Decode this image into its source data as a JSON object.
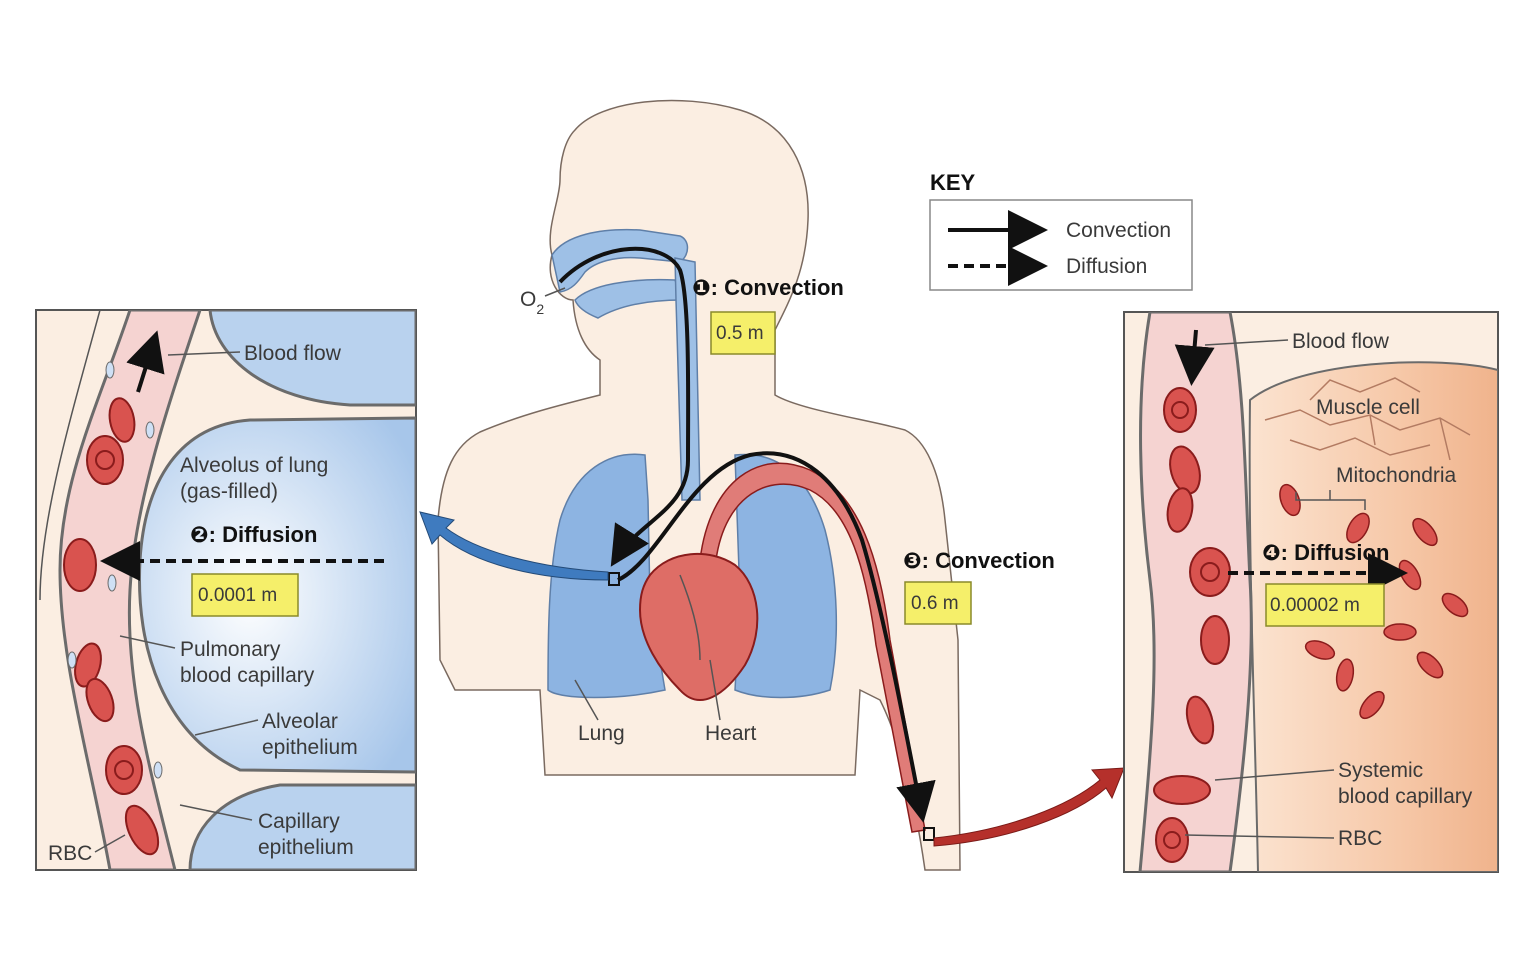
{
  "key": {
    "title": "KEY",
    "convection_label": "Convection",
    "diffusion_label": "Diffusion"
  },
  "body": {
    "o2_label": "O",
    "o2_subscript": "2",
    "lung_label": "Lung",
    "heart_label": "Heart"
  },
  "steps": [
    {
      "number": "❶",
      "label": ": Convection",
      "distance": "0.5 m"
    },
    {
      "number": "❷",
      "label": ": Diffusion",
      "distance": "0.0001 m"
    },
    {
      "number": "❸",
      "label": ": Convection",
      "distance": "0.6 m"
    },
    {
      "number": "❹",
      "label": ": Diffusion",
      "distance": "0.00002 m"
    }
  ],
  "left_inset": {
    "blood_flow": "Blood flow",
    "alveolus_line1": "Alveolus of lung",
    "alveolus_line2": "(gas-filled)",
    "pulmonary_line1": "Pulmonary",
    "pulmonary_line2": "blood capillary",
    "alveolar_line1": "Alveolar",
    "alveolar_line2": "epithelium",
    "capillary_line1": "Capillary",
    "capillary_line2": "epithelium",
    "rbc": "RBC"
  },
  "right_inset": {
    "blood_flow": "Blood flow",
    "muscle_cell": "Muscle cell",
    "mitochondria": "Mitochondria",
    "systemic_line1": "Systemic",
    "systemic_line2": "blood capillary",
    "rbc": "RBC"
  },
  "colors": {
    "airway_blue": "#9ec0e6",
    "lung_blue": "#8db4e2",
    "blood_red": "#d9534f",
    "skin": "#fbeee2",
    "muscle": "#f6c8a8",
    "distance_box": "#f5ef6a"
  }
}
